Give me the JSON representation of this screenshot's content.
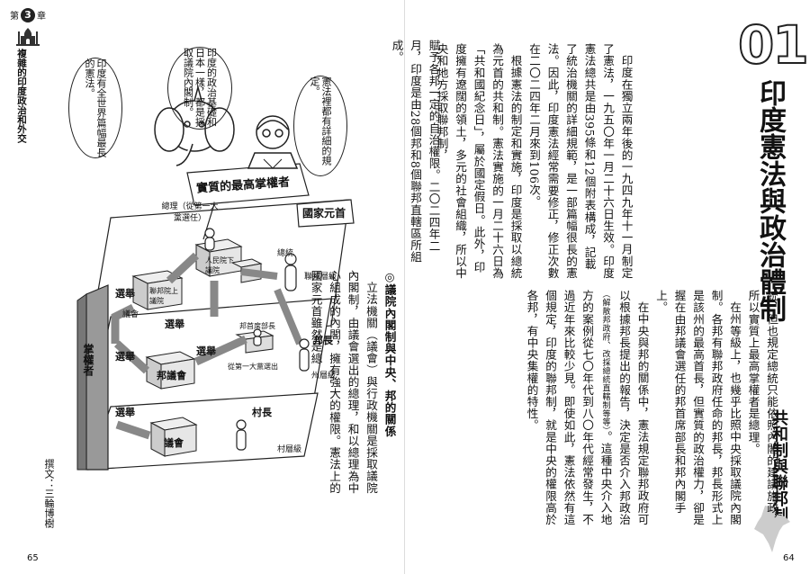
{
  "left_page": {
    "chapter_label": "第",
    "chapter_number": "3",
    "chapter_suffix": "章",
    "chapter_title": "複雜的印度政治和外交",
    "author": "撰文：三輪博樹",
    "page_number": "65",
    "bubbles": {
      "elephant_left": "印度有全世界篇幅最長的憲法。",
      "elephant_top": "印度的政治基礎和日本一樣，都是採取議院內閣制。",
      "man_top": "憲法裡都有詳細的規定。"
    },
    "diagram": {
      "banner": "實質的最高掌權者",
      "pm_label": "總理（從第一大黨選任）",
      "head_of_state": "國家元首",
      "president": "總統",
      "federal": "聯邦層級",
      "lok_sabha": "人民院下議院",
      "rajya_sabha": "聯邦院上議院",
      "parliament": "議會",
      "voters": "掌權者",
      "elect1": "選舉",
      "elect2": "選舉",
      "elect3": "選舉",
      "elect4": "選舉",
      "elect5": "選舉",
      "cm_label": "邦首席部長",
      "governor": "邦長",
      "state_assembly": "邦議會",
      "from_party": "從第一大黨選出",
      "state_level": "州層級",
      "village_head": "村長",
      "village_council": "議會",
      "village_level": "村層級"
    },
    "text_col1": {
      "heading": "◎議院內閣制與中央、邦的關係",
      "p1": "立法機關（議會）與行政機關是採取議院內閣制，由議會選出的總理，和以總理為中心組成的內閣，擁有強大的權限。憲法上的國家元首雖然是總"
    },
    "text_col2": {
      "p1": "賦予各邦一定的自治權限。二〇二四年二月，印度是由28個邦和8個聯邦直轄區所組成。"
    }
  },
  "right_page": {
    "page_number": "64",
    "section_number": "01",
    "title": "印度憲法與政治體制",
    "subtitle": "共和制與聯邦制",
    "text_block1": {
      "p1": "印度在獨立兩年後的一九四九年十一月制定了憲法，一九五〇年一月二十六日生效。印度憲法總共是由395條和12個附表構成，記載了統治機關的詳細規範，是一部篇幅很長的憲法。因此，印度憲法經常需要修正，修正次數在二〇二四年二月來到106次。",
      "p2": "根據憲法的制定和實施，印度是採取以總統為元首的共和制。憲法實施的一月二十六日為「共和國紀念日」，屬於國定假日。此外，印度擁有遼闊的領土，多元的社會組織，所以中央和地方採取聯邦制，"
    },
    "text_block2": {
      "p1": "統，但也規定總統只能依照內閣的建議施政，所以實質上最高掌權者是總理。",
      "p2": "在州等級上，也幾乎比照中央採取議院內閣制。各邦有聯邦政府任命的邦長，邦長形式上是該州的最高首長，但實質的政治權力，卻是握在由邦議會選任的邦首席部長和邦內閣手上。",
      "p3": "在中央與邦的關係中，憲法規定聯邦政府可以根據邦長提出的報告，決定是否介入邦政治",
      "note": "（解散邦政府、改採總統直轄制等等）",
      "p3b": "。這種中央介入地方的案例從七〇年代到八〇年代經常發生，不過近年來比較少見。即使如此，憲法依然有這個規定，印度的聯邦制，就是中央的權限高於各邦，有中央集權的特性。"
    }
  },
  "colors": {
    "ink": "#111111",
    "arrow": "#888888",
    "box": "#e6e6e6",
    "pillar": "#999999"
  }
}
